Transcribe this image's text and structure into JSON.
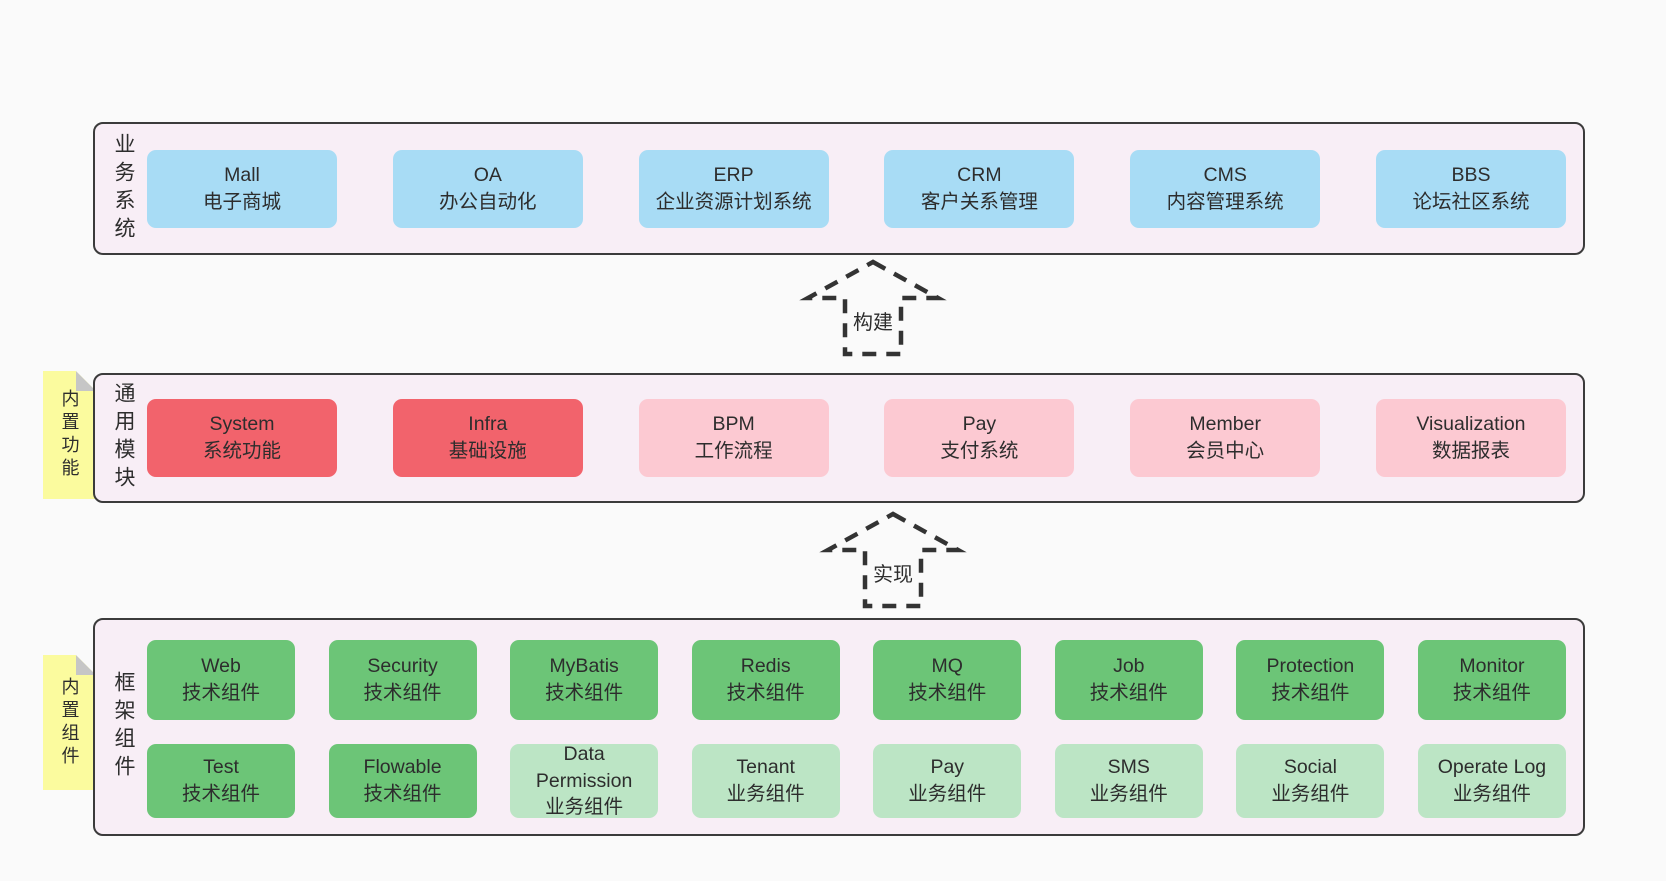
{
  "colors": {
    "background": "#fafafa",
    "panel": "#f8eef6",
    "border": "#3b3b3b",
    "text": "#303030",
    "blue": "#a8dcf5",
    "red": "#f2636c",
    "pink": "#fcc9d2",
    "green": "#6cc577",
    "lightgreen": "#bce5c5",
    "note": "#fbfb9e",
    "fold": "#c6c6c6",
    "arrow": "#333333"
  },
  "layers": [
    {
      "id": "business",
      "label": "业务系统",
      "boxes": [
        {
          "title": "Mall",
          "subtitle": "电子商城",
          "variant": "blue"
        },
        {
          "title": "OA",
          "subtitle": "办公自动化",
          "variant": "blue"
        },
        {
          "title": "ERP",
          "subtitle": "企业资源计划系统",
          "variant": "blue"
        },
        {
          "title": "CRM",
          "subtitle": "客户关系管理",
          "variant": "blue"
        },
        {
          "title": "CMS",
          "subtitle": "内容管理系统",
          "variant": "blue"
        },
        {
          "title": "BBS",
          "subtitle": "论坛社区系统",
          "variant": "blue"
        }
      ]
    },
    {
      "id": "common",
      "label": "通用模块",
      "note": "内置功能",
      "boxes": [
        {
          "title": "System",
          "subtitle": "系统功能",
          "variant": "red"
        },
        {
          "title": "Infra",
          "subtitle": "基础设施",
          "variant": "red"
        },
        {
          "title": "BPM",
          "subtitle": "工作流程",
          "variant": "pink"
        },
        {
          "title": "Pay",
          "subtitle": "支付系统",
          "variant": "pink"
        },
        {
          "title": "Member",
          "subtitle": "会员中心",
          "variant": "pink"
        },
        {
          "title": "Visualization",
          "subtitle": "数据报表",
          "variant": "pink"
        }
      ]
    },
    {
      "id": "framework",
      "label": "框架组件",
      "note": "内置组件",
      "rows": [
        [
          {
            "title": "Web",
            "subtitle": "技术组件",
            "variant": "green"
          },
          {
            "title": "Security",
            "subtitle": "技术组件",
            "variant": "green"
          },
          {
            "title": "MyBatis",
            "subtitle": "技术组件",
            "variant": "green"
          },
          {
            "title": "Redis",
            "subtitle": "技术组件",
            "variant": "green"
          },
          {
            "title": "MQ",
            "subtitle": "技术组件",
            "variant": "green"
          },
          {
            "title": "Job",
            "subtitle": "技术组件",
            "variant": "green"
          },
          {
            "title": "Protection",
            "subtitle": "技术组件",
            "variant": "green"
          },
          {
            "title": "Monitor",
            "subtitle": "技术组件",
            "variant": "green"
          }
        ],
        [
          {
            "title": "Test",
            "subtitle": "技术组件",
            "variant": "green"
          },
          {
            "title": "Flowable",
            "subtitle": "技术组件",
            "variant": "green"
          },
          {
            "title": "Data Permission",
            "subtitle": "业务组件",
            "variant": "lightgreen"
          },
          {
            "title": "Tenant",
            "subtitle": "业务组件",
            "variant": "lightgreen"
          },
          {
            "title": "Pay",
            "subtitle": "业务组件",
            "variant": "lightgreen"
          },
          {
            "title": "SMS",
            "subtitle": "业务组件",
            "variant": "lightgreen"
          },
          {
            "title": "Social",
            "subtitle": "业务组件",
            "variant": "lightgreen"
          },
          {
            "title": "Operate Log",
            "subtitle": "业务组件",
            "variant": "lightgreen"
          }
        ]
      ]
    }
  ],
  "arrows": [
    {
      "label": "构建"
    },
    {
      "label": "实现"
    }
  ]
}
